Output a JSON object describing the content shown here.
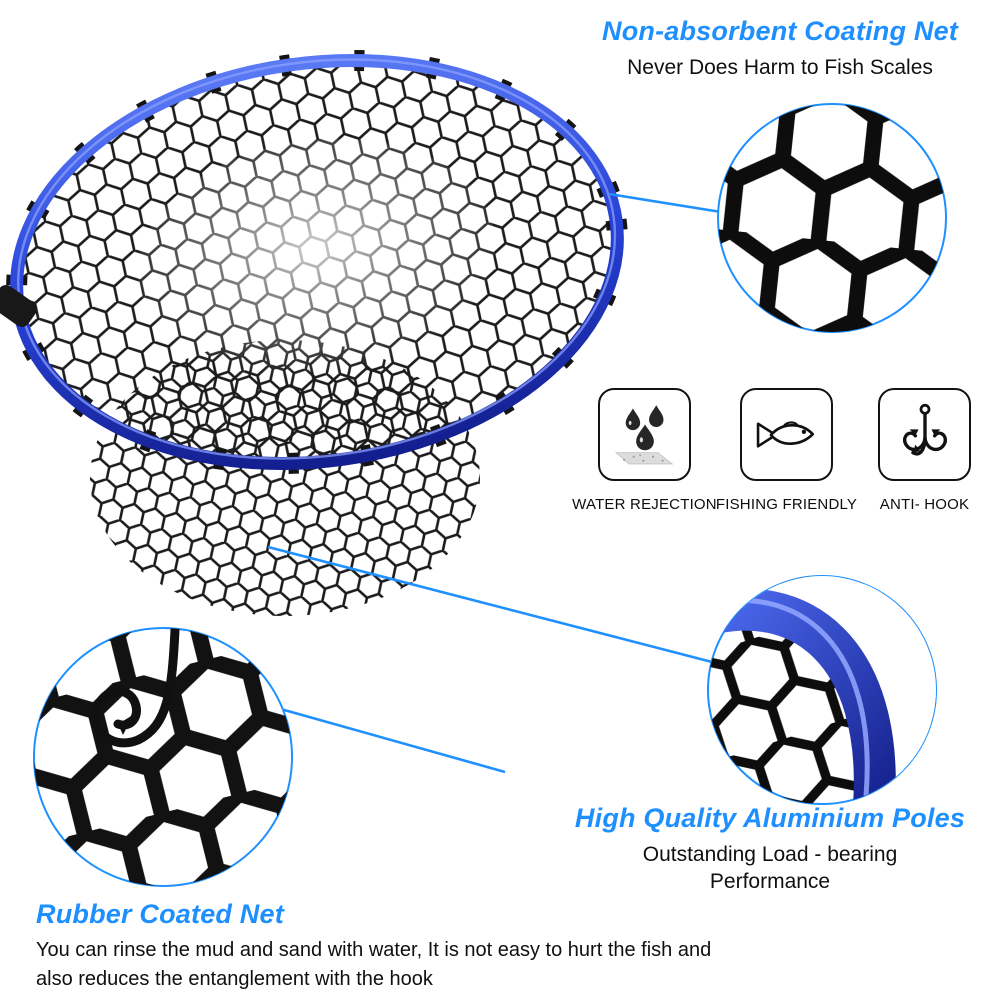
{
  "colors": {
    "heading_blue": "#1e8fff",
    "leader_line_blue": "#1e90ff",
    "pole_blue_light": "#5a79f5",
    "pole_blue_dark": "#131f8f",
    "net_black": "#161616"
  },
  "callouts": {
    "coating": {
      "title": "Non-absorbent Coating Net",
      "subtitle": "Never Does Harm to Fish Scales"
    },
    "poles": {
      "title": "High Quality Aluminium Poles",
      "subtitle": "Outstanding Load - bearing Performance"
    },
    "rubber": {
      "title": "Rubber Coated Net",
      "description": "You can rinse the mud and sand with water, It is not easy to hurt the fish and also reduces the entanglement with the hook"
    }
  },
  "features": [
    {
      "icon": "water-drops-icon",
      "label": "WATER REJECTION"
    },
    {
      "icon": "fish-icon",
      "label": "FISHING FRIENDLY"
    },
    {
      "icon": "treble-hook-icon",
      "label": "ANTI- HOOK"
    }
  ]
}
